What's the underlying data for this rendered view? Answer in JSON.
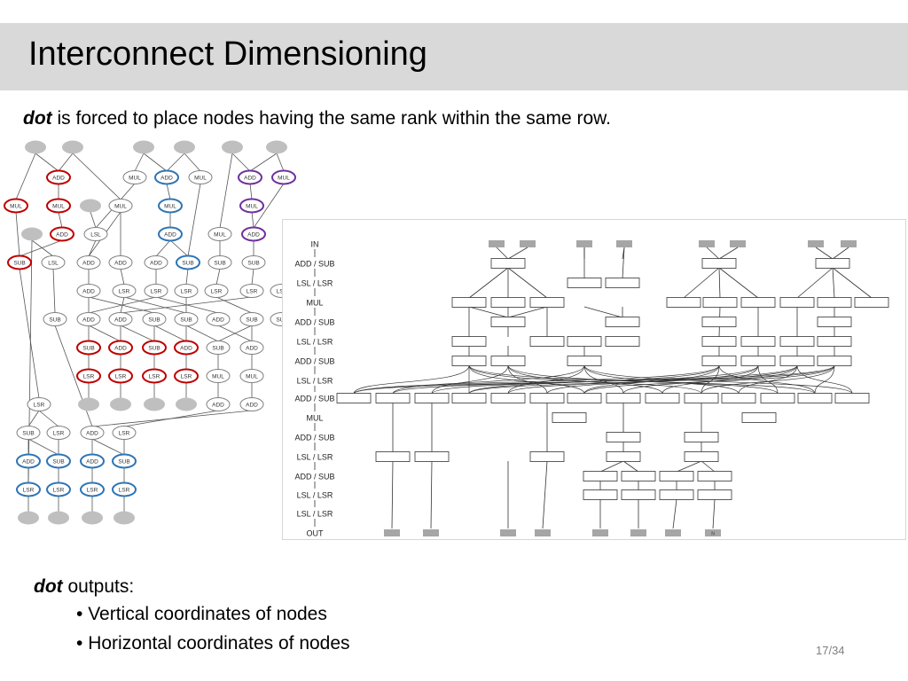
{
  "slide": {
    "title": "Interconnect Dimensioning",
    "subtitle_keyword": "dot",
    "subtitle_rest": " is forced to place nodes having the same rank within the same row.",
    "outputs_keyword": "dot",
    "outputs_rest": " outputs:",
    "bullets": [
      "Vertical coordinates of nodes",
      "Horizontal coordinates of nodes"
    ],
    "page_number": "17/34"
  },
  "colors": {
    "red": "#c00000",
    "blue": "#2e75b6",
    "purple": "#7030a0",
    "gray_fill": "#bfbfbf",
    "title_bar": "#d9d9d9"
  },
  "left_graph": {
    "rows": [
      [
        {
          "l": "",
          "c": "f"
        },
        {
          "l": "",
          "c": "f"
        },
        {
          "l": "",
          "c": "f"
        },
        {
          "l": "",
          "c": "f"
        },
        {
          "l": "",
          "c": "f"
        },
        {
          "l": "",
          "c": "f"
        }
      ],
      [
        {
          "l": "ADD",
          "c": "r"
        },
        {
          "l": "MUL",
          "c": "k"
        },
        {
          "l": "ADD",
          "c": "b"
        },
        {
          "l": "MUL",
          "c": "k"
        },
        {
          "l": "ADD",
          "c": "p"
        },
        {
          "l": "MUL",
          "c": "p"
        }
      ],
      [
        {
          "l": "MUL",
          "c": "r"
        },
        {
          "l": "MUL",
          "c": "r"
        },
        {
          "l": "",
          "c": "f"
        },
        {
          "l": "MUL",
          "c": "k"
        },
        {
          "l": "MUL",
          "c": "b"
        },
        {
          "l": "MUL",
          "c": "p"
        }
      ],
      [
        {
          "l": "",
          "c": "f"
        },
        {
          "l": "ADD",
          "c": "r"
        },
        {
          "l": "LSL",
          "c": "k"
        },
        {
          "l": "ADD",
          "c": "b"
        },
        {
          "l": "MUL",
          "c": "k"
        },
        {
          "l": "ADD",
          "c": "p"
        }
      ],
      [
        {
          "l": "SUB",
          "c": "r"
        },
        {
          "l": "LSL",
          "c": "k"
        },
        {
          "l": "ADD",
          "c": "k"
        },
        {
          "l": "ADD",
          "c": "k"
        },
        {
          "l": "ADD",
          "c": "k"
        },
        {
          "l": "SUB",
          "c": "b"
        },
        {
          "l": "SUB",
          "c": "k"
        },
        {
          "l": "SUB",
          "c": "k"
        }
      ],
      [
        {
          "l": "ADD",
          "c": "k"
        },
        {
          "l": "LSR",
          "c": "k"
        },
        {
          "l": "LSR",
          "c": "k"
        },
        {
          "l": "LSR",
          "c": "k"
        },
        {
          "l": "LSR",
          "c": "k"
        },
        {
          "l": "LSR",
          "c": "k"
        },
        {
          "l": "LSR",
          "c": "k"
        }
      ],
      [
        {
          "l": "SUB",
          "c": "k"
        },
        {
          "l": "ADD",
          "c": "k"
        },
        {
          "l": "ADD",
          "c": "k"
        },
        {
          "l": "SUB",
          "c": "k"
        },
        {
          "l": "SUB",
          "c": "k"
        },
        {
          "l": "ADD",
          "c": "k"
        },
        {
          "l": "SUB",
          "c": "k"
        },
        {
          "l": "SUB",
          "c": "k"
        }
      ],
      [
        {
          "l": "SUB",
          "c": "r"
        },
        {
          "l": "ADD",
          "c": "r"
        },
        {
          "l": "SUB",
          "c": "r"
        },
        {
          "l": "ADD",
          "c": "r"
        },
        {
          "l": "SUB",
          "c": "k"
        },
        {
          "l": "ADD",
          "c": "k"
        }
      ],
      [
        {
          "l": "LSR",
          "c": "r"
        },
        {
          "l": "LSR",
          "c": "r"
        },
        {
          "l": "LSR",
          "c": "r"
        },
        {
          "l": "LSR",
          "c": "r"
        },
        {
          "l": "MUL",
          "c": "k"
        },
        {
          "l": "MUL",
          "c": "k"
        }
      ],
      [
        {
          "l": "LSR",
          "c": "k"
        },
        {
          "l": "",
          "c": "f"
        },
        {
          "l": "",
          "c": "f"
        },
        {
          "l": "",
          "c": "f"
        },
        {
          "l": "",
          "c": "f"
        },
        {
          "l": "ADD",
          "c": "k"
        },
        {
          "l": "ADD",
          "c": "k"
        }
      ],
      [
        {
          "l": "SUB",
          "c": "k"
        },
        {
          "l": "LSR",
          "c": "k"
        },
        {
          "l": "ADD",
          "c": "k"
        },
        {
          "l": "LSR",
          "c": "k"
        }
      ],
      [
        {
          "l": "ADD",
          "c": "b"
        },
        {
          "l": "SUB",
          "c": "b"
        },
        {
          "l": "ADD",
          "c": "b"
        },
        {
          "l": "SUB",
          "c": "b"
        }
      ],
      [
        {
          "l": "LSR",
          "c": "b"
        },
        {
          "l": "LSR",
          "c": "b"
        },
        {
          "l": "LSR",
          "c": "b"
        },
        {
          "l": "LSR",
          "c": "b"
        }
      ],
      [
        {
          "l": "",
          "c": "f"
        },
        {
          "l": "",
          "c": "f"
        },
        {
          "l": "",
          "c": "f"
        },
        {
          "l": "",
          "c": "f"
        }
      ]
    ]
  },
  "right_graph": {
    "rank_labels": [
      "IN",
      "ADD / SUB",
      "LSL / LSR",
      "MUL",
      "ADD / SUB",
      "LSL / LSR",
      "ADD / SUB",
      "LSL / LSR",
      "ADD / SUB",
      "MUL",
      "ADD / SUB",
      "LSL / LSR",
      "ADD / SUB",
      "LSL / LSR",
      "LSL / LSR",
      "OUT"
    ],
    "out_marker": "N"
  }
}
